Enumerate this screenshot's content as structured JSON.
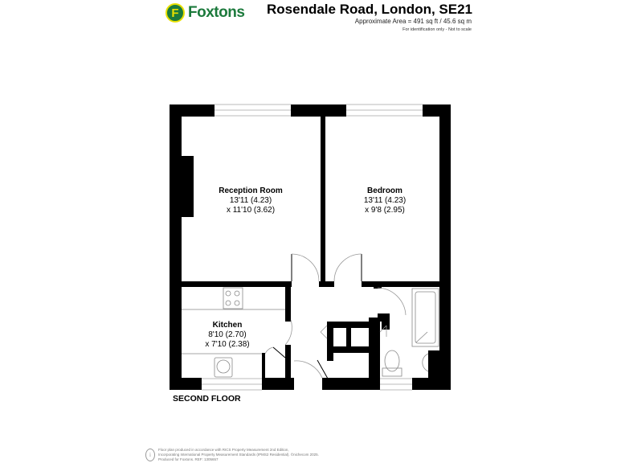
{
  "brand": {
    "logo_letter": "F",
    "name": "Foxtons",
    "colors": {
      "green": "#1c7a3c",
      "yellow": "#e8e000"
    }
  },
  "header": {
    "title": "Rosendale Road, London, SE21",
    "area": "Approximate Area = 491 sq ft / 45.6 sq m",
    "note": "For identification only - Not to scale"
  },
  "rooms": [
    {
      "name": "Reception Room",
      "dim1": "13'11 (4.23)",
      "dim2": "x 11'10 (3.62)"
    },
    {
      "name": "Bedroom",
      "dim1": "13'11 (4.23)",
      "dim2": "x 9'8 (2.95)"
    },
    {
      "name": "Kitchen",
      "dim1": "8'10 (2.70)",
      "dim2": "x 7'10 (2.38)"
    }
  ],
  "floor_label": "SECOND FLOOR",
  "footer": {
    "icon": "i",
    "line1": "Floor plan produced in accordance with RICS Property Measurement 2nd Edition,",
    "line2": "Incorporating International Property Measurement Standards (IPMS2 Residential). ©nichecom 2025.",
    "line3": "Produced for Foxtons.   REF: 1305657"
  }
}
